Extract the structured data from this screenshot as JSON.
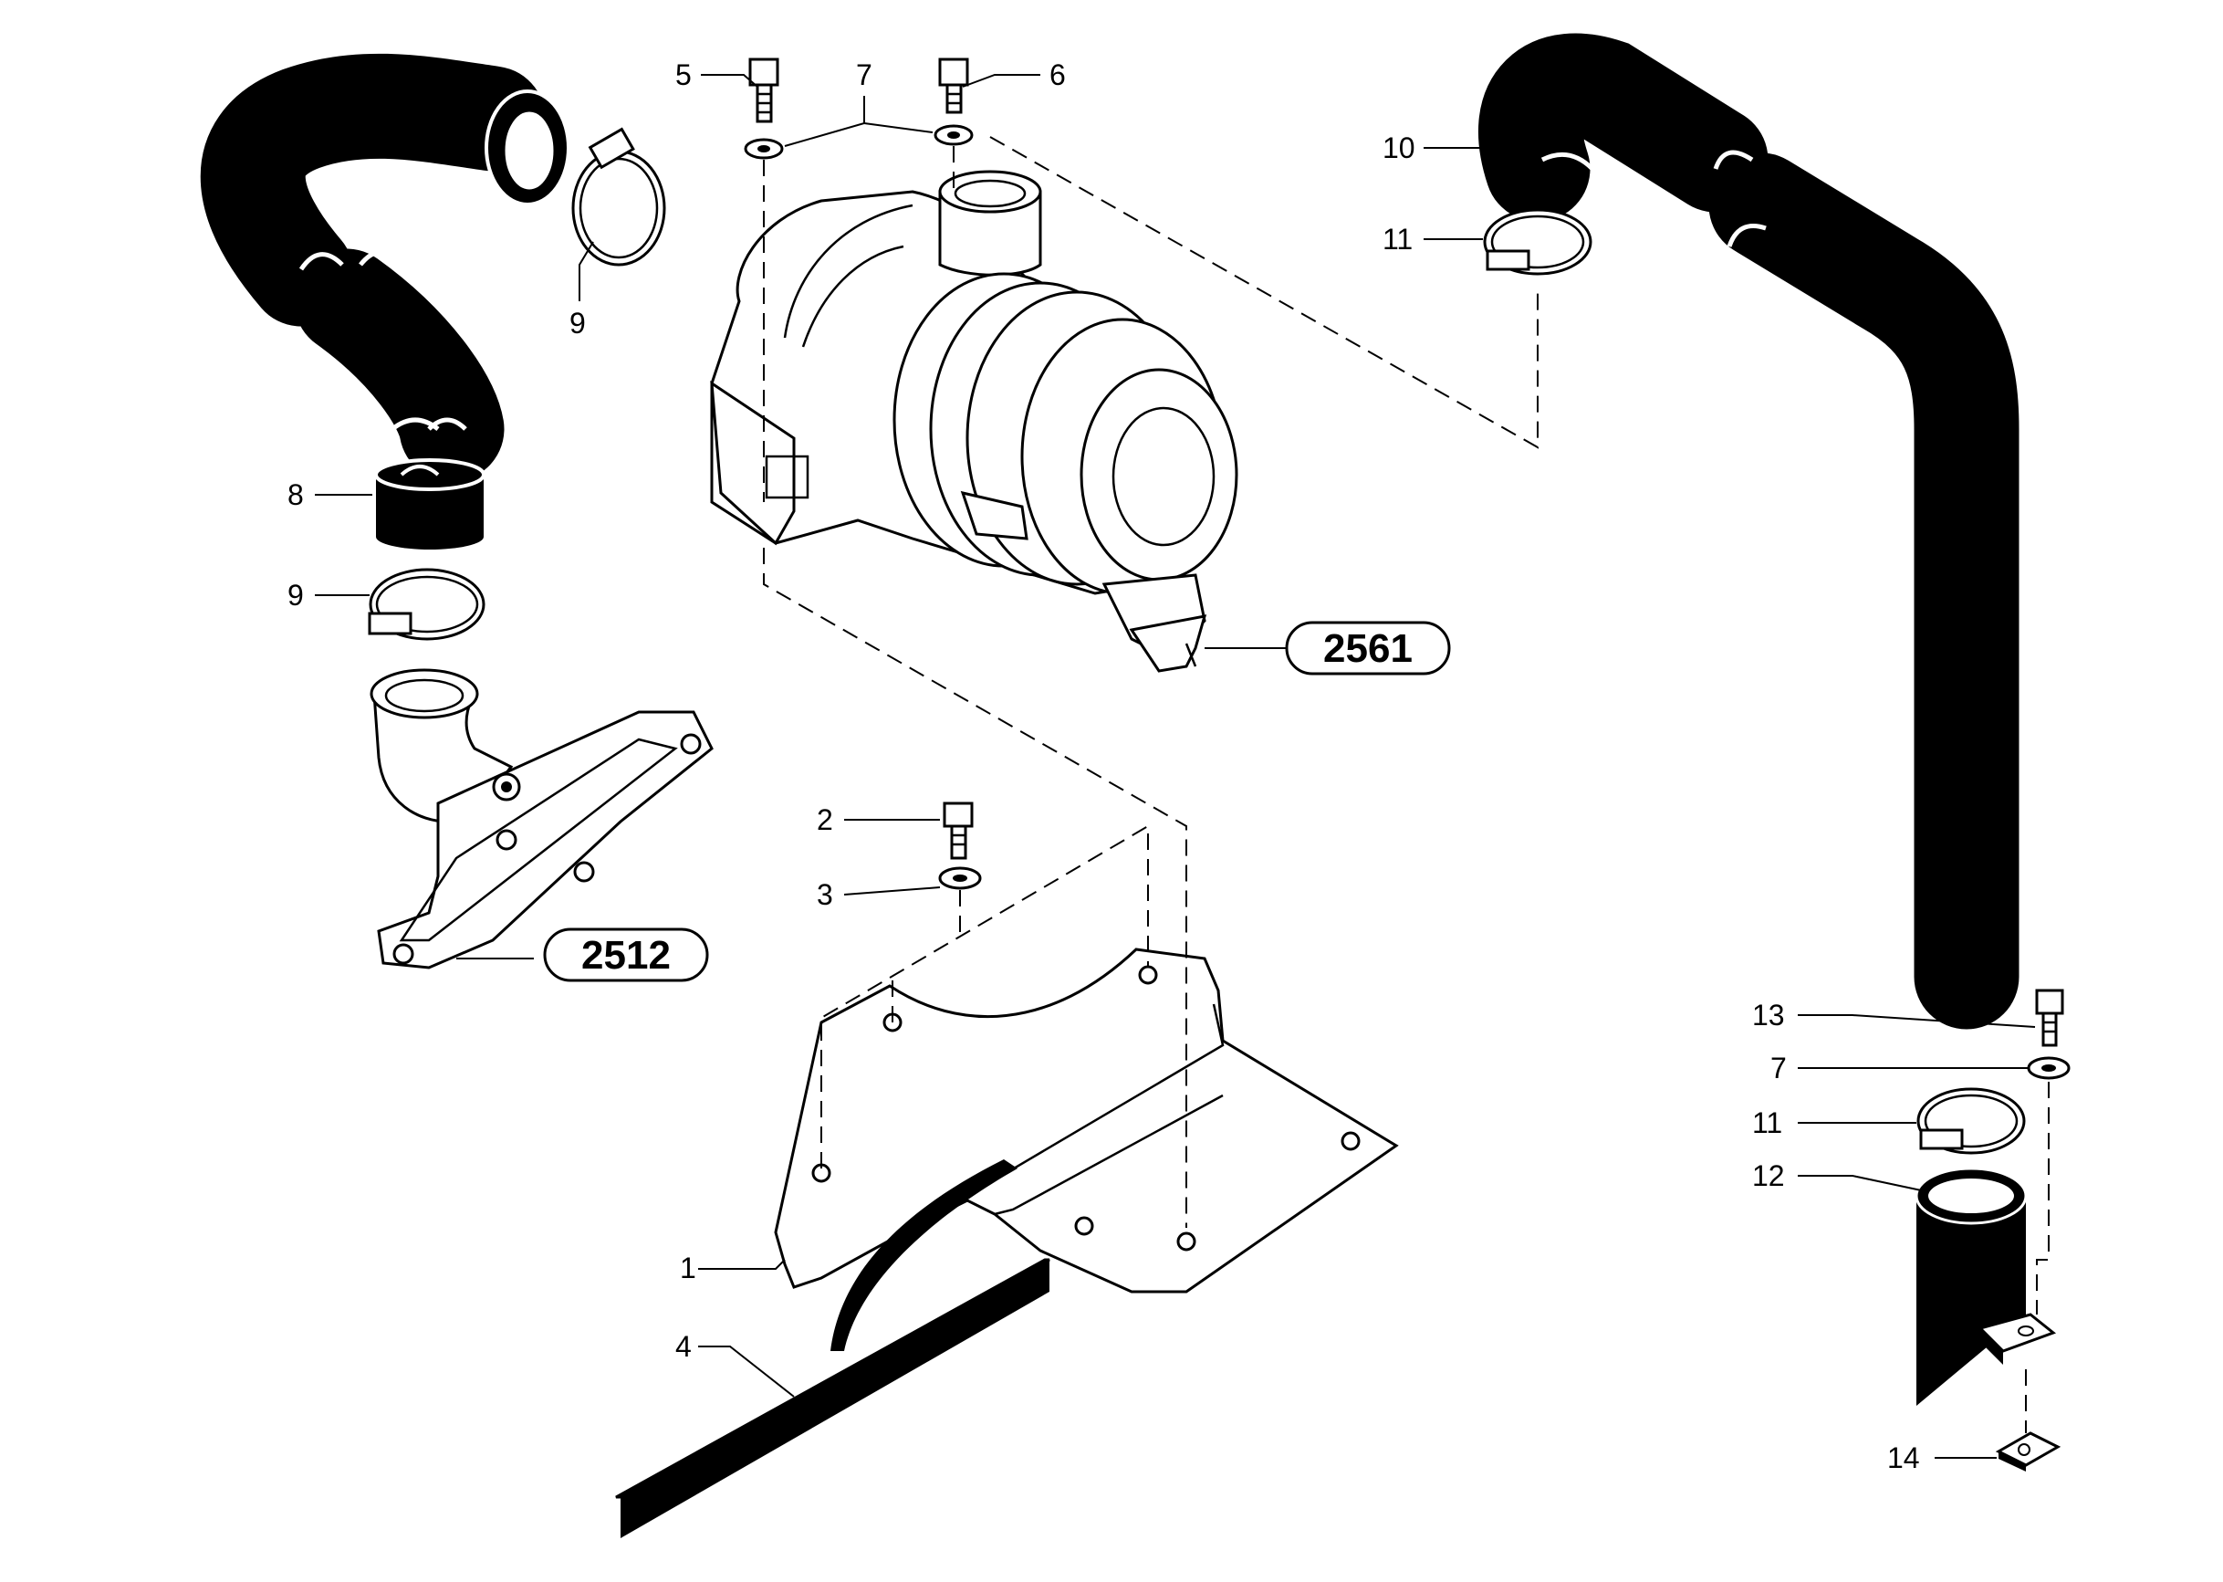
{
  "diagram": {
    "callouts": {
      "c1": "1",
      "c2": "2",
      "c3": "3",
      "c4": "4",
      "c5": "5",
      "c6": "6",
      "c7a": "7",
      "c7b": "7",
      "c8": "8",
      "c9a": "9",
      "c9b": "9",
      "c10": "10",
      "c11a": "11",
      "c11b": "11",
      "c12": "12",
      "c13": "13",
      "c14": "14"
    },
    "refs": {
      "r2561": "2561",
      "r2512": "2512"
    }
  }
}
